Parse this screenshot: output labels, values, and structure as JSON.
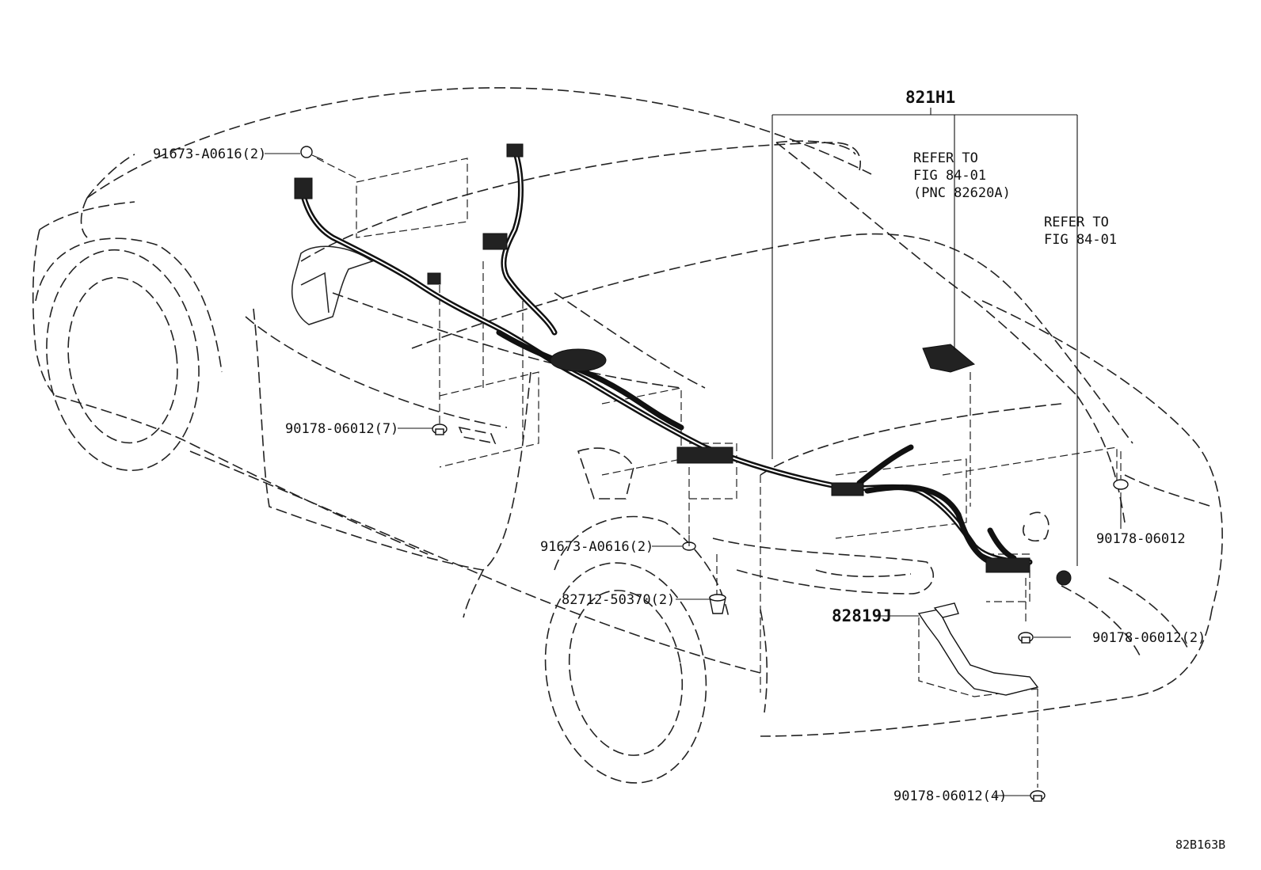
{
  "diagram": {
    "harness_label": "821H1",
    "refer_box_1": [
      "REFER TO",
      "FIG 84-01",
      "(PNC 82620A)"
    ],
    "refer_box_2": [
      "REFER TO",
      "FIG 84-01"
    ],
    "callouts": {
      "bolt_upper": "91673-A0616(2)",
      "nut_left": "90178-06012(7)",
      "bolt_lower": "91673-A0616(2)",
      "clip": "82712-50370(2)",
      "bracket": "82819J",
      "nut_right": "90178-06012",
      "nut_right_2": "90178-06012(2)",
      "nut_bottom": "90178-06012(4)"
    },
    "figure_id": "82B163B"
  }
}
